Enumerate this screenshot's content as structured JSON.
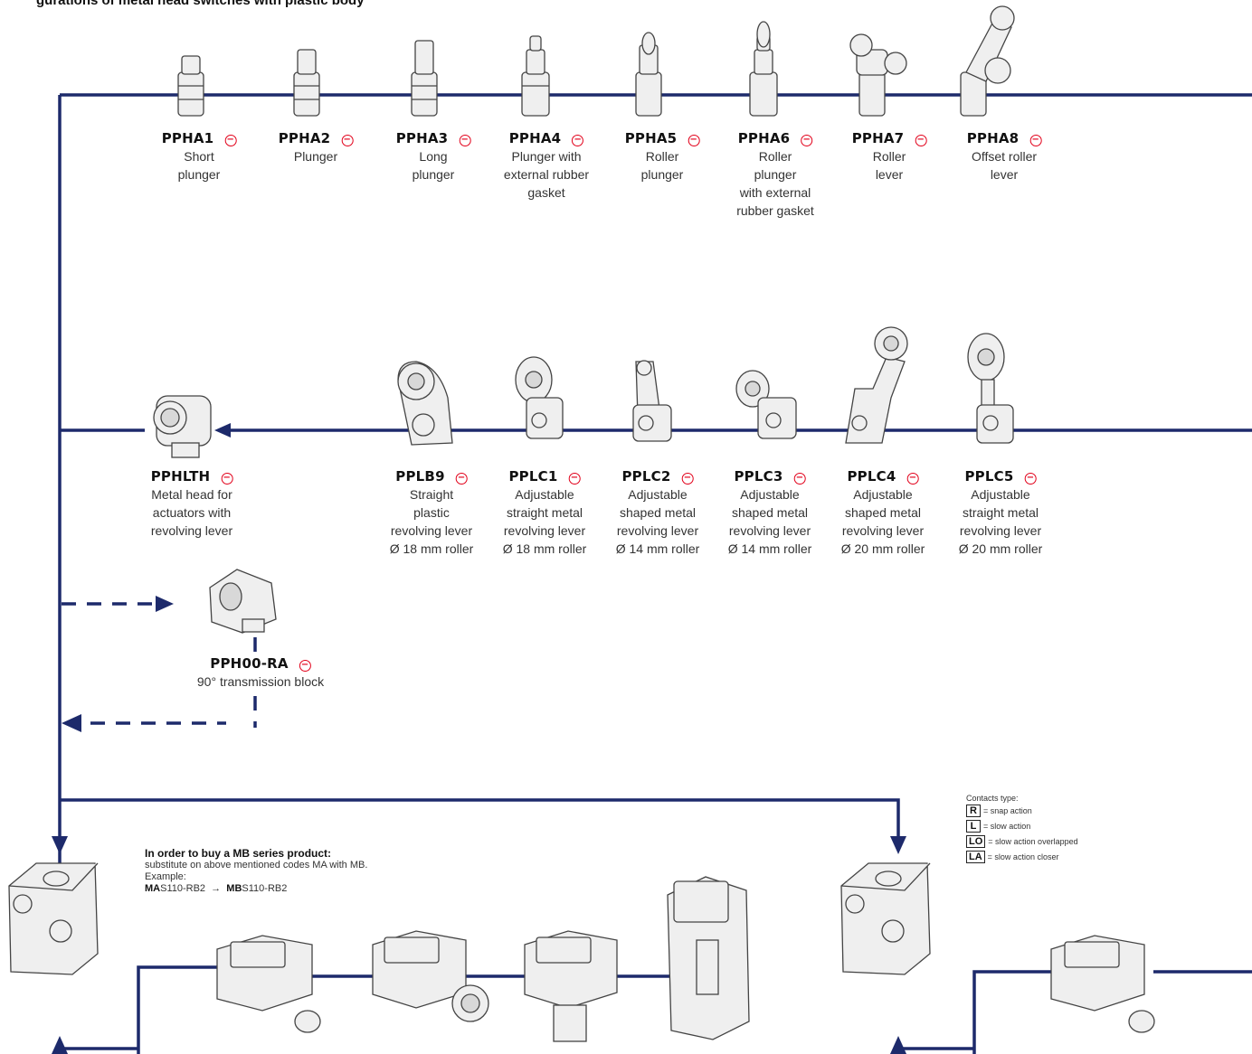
{
  "header": {
    "title": "gurations of metal head switches with plastic body"
  },
  "top_row": [
    {
      "code": "PPHA1",
      "desc": "Short\nplunger"
    },
    {
      "code": "PPHA2",
      "desc": "Plunger"
    },
    {
      "code": "PPHA3",
      "desc": "Long\nplunger"
    },
    {
      "code": "PPHA4",
      "desc": "Plunger with\nexternal rubber\ngasket"
    },
    {
      "code": "PPHA5",
      "desc": "Roller\nplunger"
    },
    {
      "code": "PPHA6",
      "desc": "Roller\nplunger\nwith external\nrubber gasket"
    },
    {
      "code": "PPHA7",
      "desc": "Roller\nlever"
    },
    {
      "code": "PPHA8",
      "desc": "Offset roller\nlever"
    }
  ],
  "head": {
    "code": "PPHLTH",
    "desc": "Metal head for\nactuators with\nrevolving lever"
  },
  "lever_row": [
    {
      "code": "PPLB9",
      "desc": "Straight\nplastic\nrevolving lever\nØ 18 mm roller"
    },
    {
      "code": "PPLC1",
      "desc": "Adjustable\nstraight metal\nrevolving lever\nØ 18 mm roller"
    },
    {
      "code": "PPLC2",
      "desc": "Adjustable\nshaped metal\nrevolving lever\nØ 14 mm roller"
    },
    {
      "code": "PPLC3",
      "desc": "Adjustable\nshaped metal\nrevolving lever\nØ 14 mm roller"
    },
    {
      "code": "PPLC4",
      "desc": "Adjustable\nshaped metal\nrevolving lever\nØ 20 mm roller"
    },
    {
      "code": "PPLC5",
      "desc": "Adjustable\nstraight metal\nrevolving lever\nØ 20 mm roller"
    }
  ],
  "transmission": {
    "code": "PPH00-RA",
    "desc": "90° transmission block"
  },
  "buy_info": {
    "title": "In order to buy a MB series product:",
    "line1": "substitute on above mentioned codes MA with MB.",
    "line2": "Example:",
    "example_from_bold": "MA",
    "example_from_rest": "S110-RB2",
    "arrow": "→",
    "example_to_bold": "MB",
    "example_to_rest": "S110-RB2"
  },
  "contacts": {
    "title": "Contacts type:",
    "items": [
      {
        "key": "R",
        "label": "= snap action"
      },
      {
        "key": "L",
        "label": "= slow action"
      },
      {
        "key": "LO",
        "label": "= slow action overlapped"
      },
      {
        "key": "LA",
        "label": "= slow action closer"
      }
    ]
  },
  "colors": {
    "line": "#1d2a6b",
    "minus_icon": "#e2001a"
  },
  "icons": {
    "remove": "minus-circle-icon"
  }
}
